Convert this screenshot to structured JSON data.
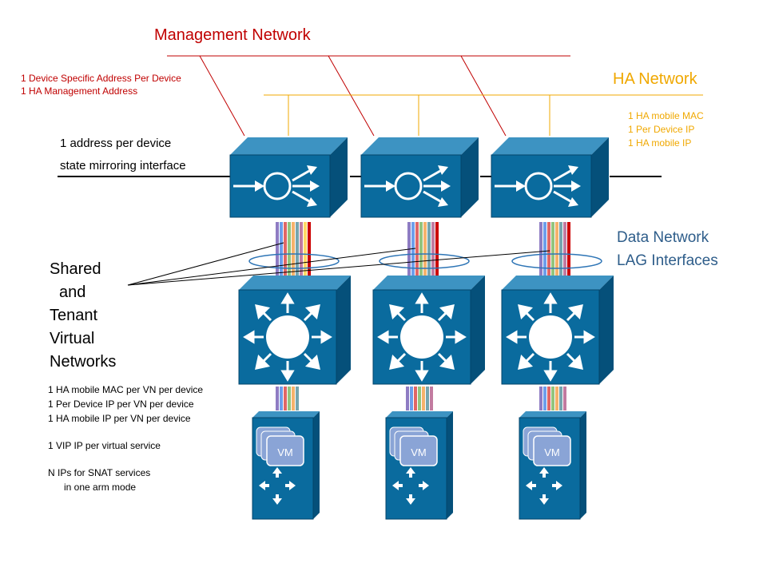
{
  "labels": {
    "management_network": "Management Network",
    "ha_network": "HA Network",
    "mgmt_notes": [
      "1 Device Specific Address Per Device",
      "1 HA Management Address"
    ],
    "ha_notes": [
      "1 HA mobile MAC",
      "1 Per Device IP",
      "1 HA mobile IP"
    ],
    "state_mirror": [
      "1 address per device",
      "state mirroring interface"
    ],
    "data_network": [
      "Data Network",
      "LAG Interfaces"
    ],
    "shared_networks": [
      "Shared",
      "and",
      "Tenant",
      "Virtual",
      "Networks"
    ],
    "vn_notes": [
      "1 HA mobile MAC per VN per device",
      "1 Per Device IP per VN per device",
      "1 HA mobile IP per VN per device"
    ],
    "vip_note": "1 VIP IP per virtual service",
    "snat_notes": [
      "N IPs for SNAT services",
      "in one arm mode"
    ],
    "vm_label": "VM"
  },
  "colors": {
    "device_blue": "#0a6b9e",
    "device_top": "#3d93c2",
    "device_side": "#05507a",
    "management_line": "#c00000",
    "ha_line": "#f0a800",
    "data_text": "#2e5d8a",
    "vm_box": "#8aa4d6"
  },
  "icons": {
    "load_balancer": "load-balancer-icon",
    "switch": "multilayer-switch-icon",
    "hypervisor": "hypervisor-server-icon"
  }
}
